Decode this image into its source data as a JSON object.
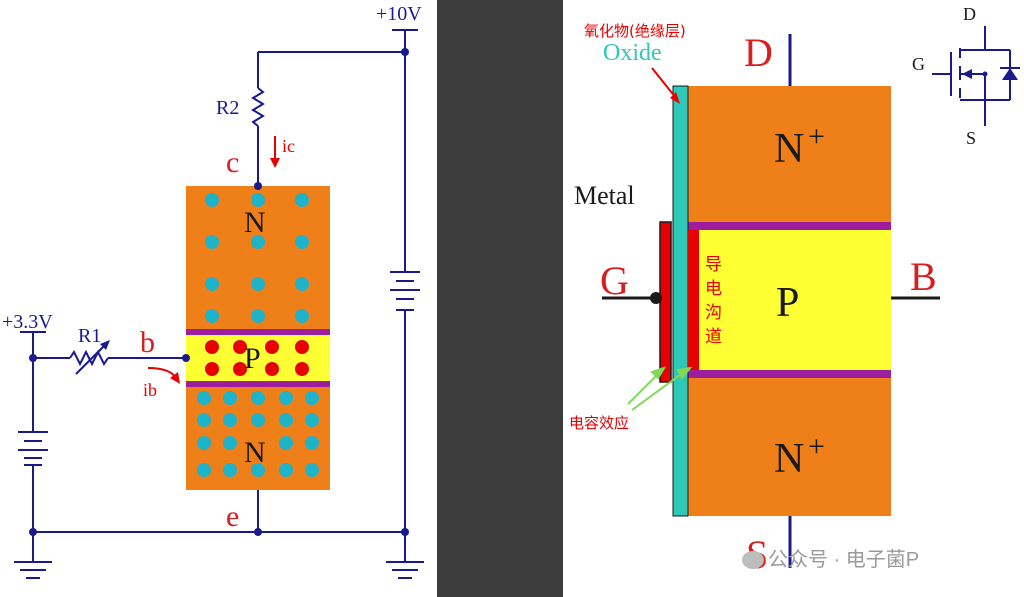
{
  "bjt": {
    "supply_top": "+10V",
    "supply_left": "+3.3V",
    "r1": "R1",
    "r2": "R2",
    "ic": "ic",
    "ib": "ib",
    "collector": "c",
    "base": "b",
    "emitter": "e",
    "region_top": "N",
    "region_mid": "P",
    "region_bottom": "N"
  },
  "mosfet": {
    "oxide_cn": "氧化物(绝缘层)",
    "oxide_en": "Oxide",
    "metal": "Metal",
    "gate": "G",
    "drain": "D",
    "source": "S",
    "body": "B",
    "n_top": "N",
    "n_bottom": "N",
    "plus": "+",
    "p_region": "P",
    "channel": [
      "导",
      "电",
      "沟",
      "道"
    ],
    "capacitance": "电容效应"
  },
  "symbol": {
    "d": "D",
    "g": "G",
    "s": "S"
  },
  "watermark": "公众号 · 电子菌P",
  "colors": {
    "orange": "#ef7f19",
    "yellow": "#ffff33",
    "purple": "#9c1e9c",
    "cyan": "#1fb3c9",
    "red": "#e60000",
    "wire": "#1a1a8c",
    "oxide": "#2cc8b8",
    "label_red": "#d81e1e"
  }
}
